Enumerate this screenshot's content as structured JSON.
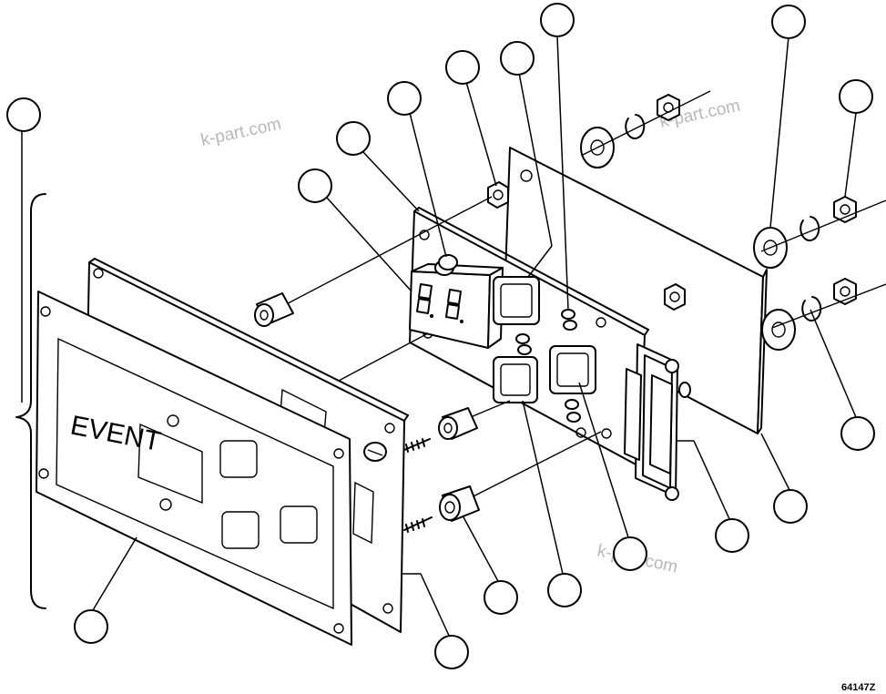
{
  "panel_label": "EVENT",
  "watermark": "k-part.com",
  "figure_code": "64147Z"
}
